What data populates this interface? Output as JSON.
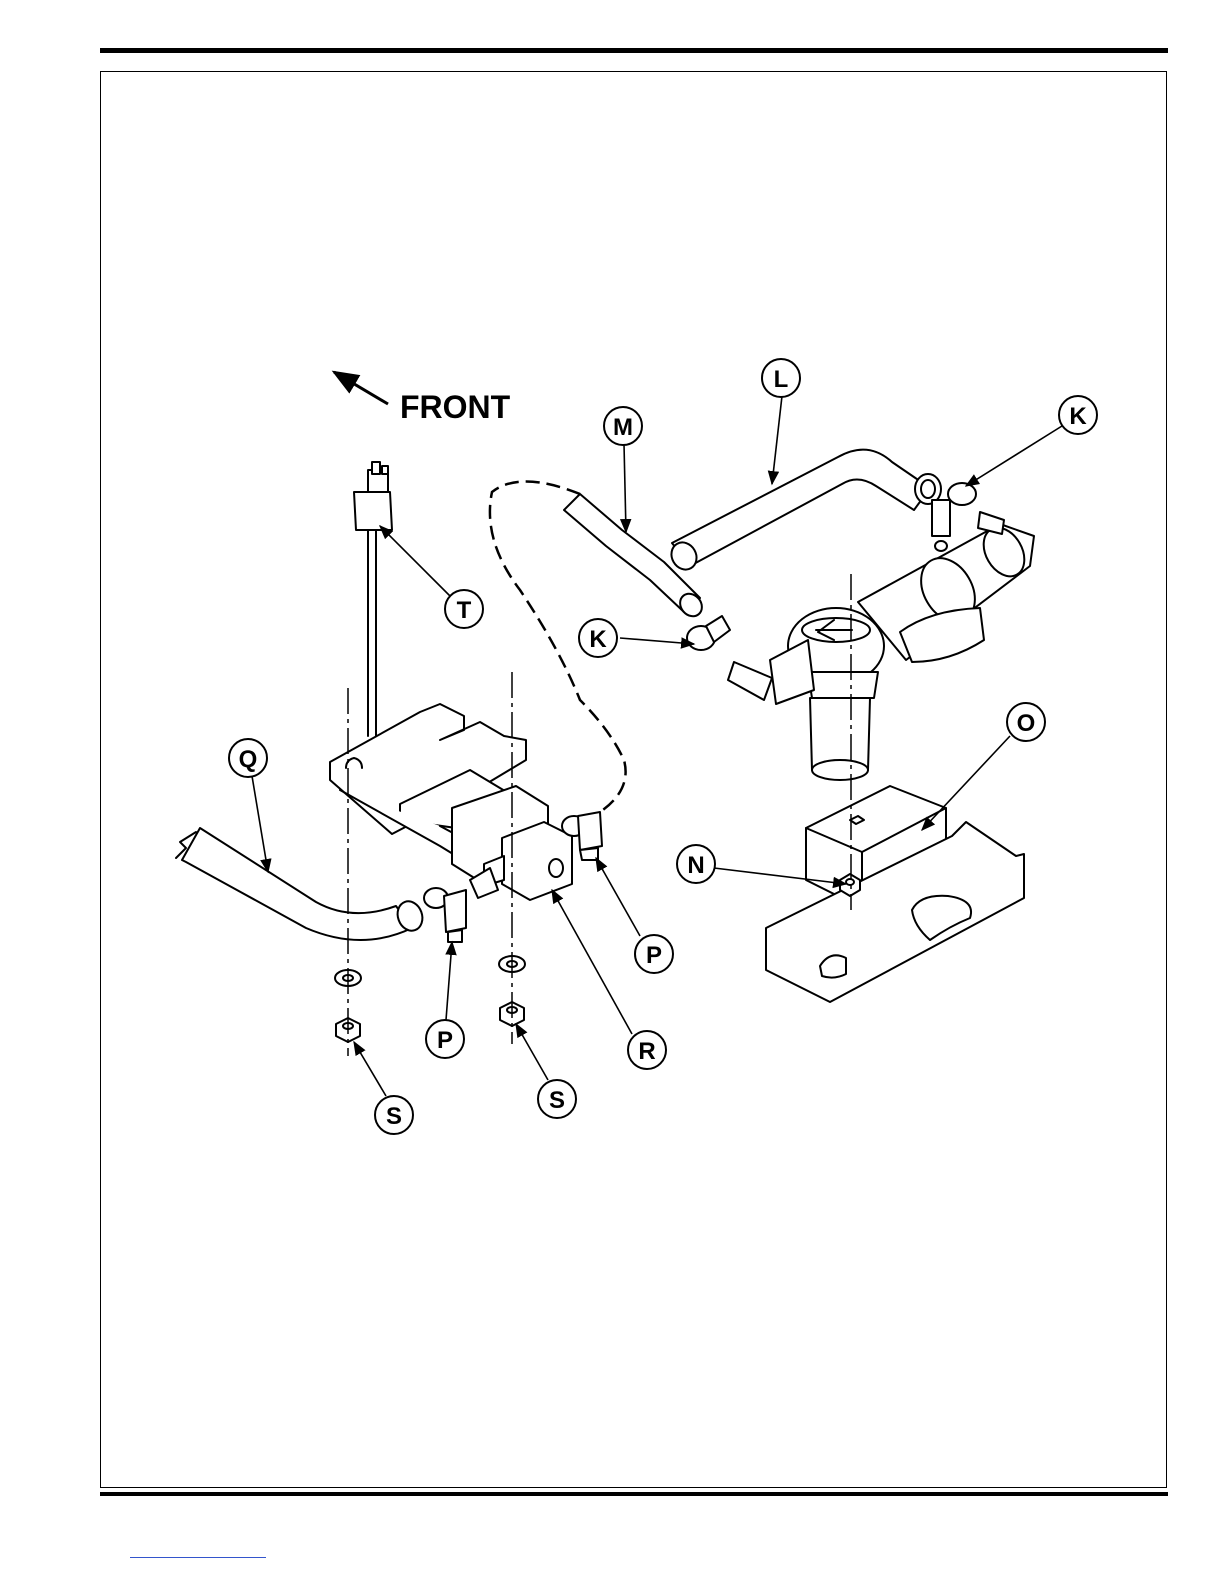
{
  "diagram": {
    "front_label": "FRONT",
    "callouts": {
      "L": "L",
      "M": "M",
      "K1": "K",
      "K2": "K",
      "T": "T",
      "O": "O",
      "Q": "Q",
      "N": "N",
      "P1": "P",
      "P2": "P",
      "R": "R",
      "S1": "S",
      "S2": "S"
    }
  },
  "colors": {
    "line": "#000000",
    "background": "#ffffff",
    "footer_link": "#3355cc"
  }
}
